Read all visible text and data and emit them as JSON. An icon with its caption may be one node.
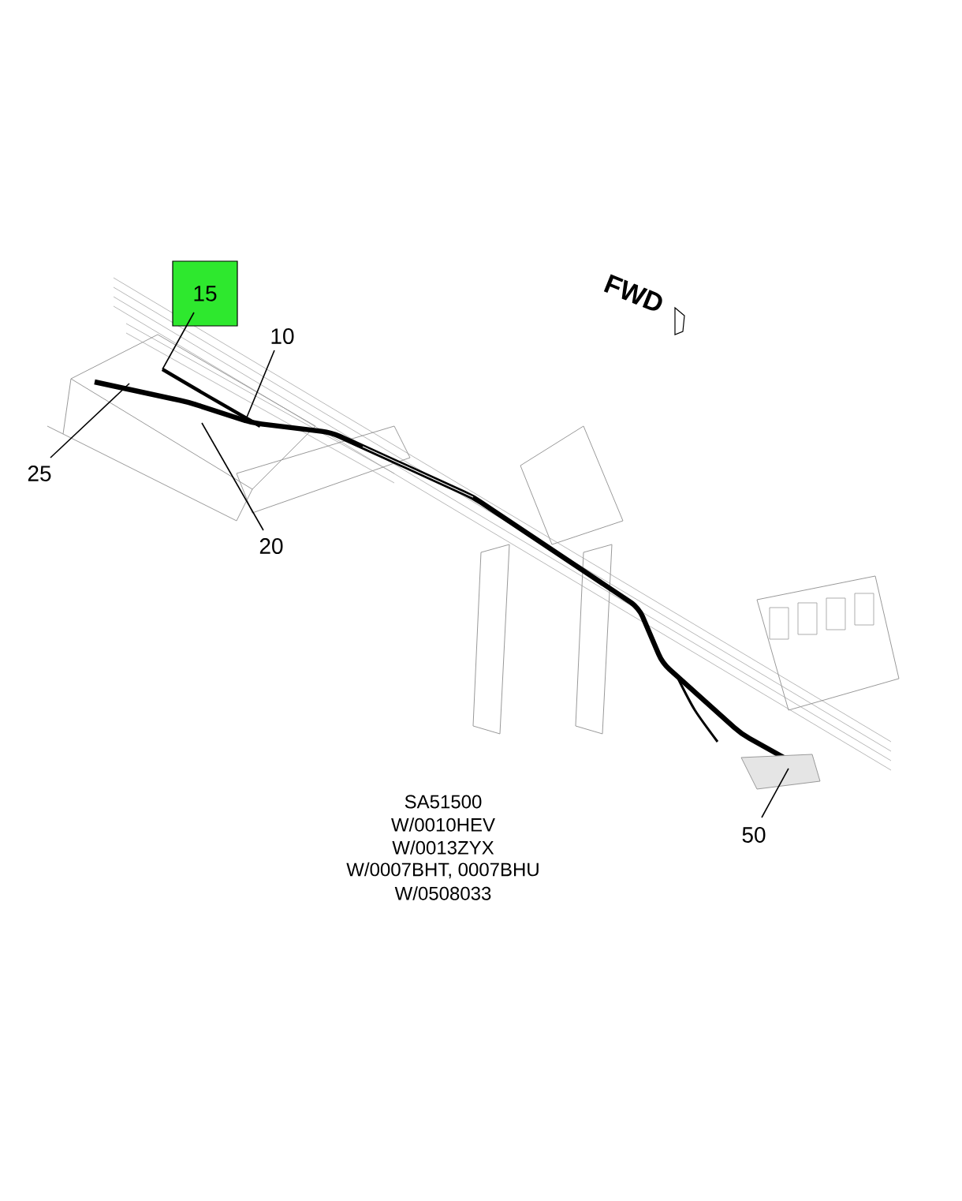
{
  "diagram": {
    "nodes": [
      {
        "text": [
          "15"
        ]
      },
      {
        "text": [
          "10"
        ]
      },
      {
        "text": [
          "25"
        ]
      },
      {
        "text": [
          "20"
        ]
      },
      {
        "text": [
          "50"
        ]
      }
    ],
    "edges": [
      {
        "from": 0,
        "to": null,
        "arrow": "none"
      },
      {
        "from": 1,
        "to": null,
        "arrow": "none"
      },
      {
        "from": 2,
        "to": null,
        "arrow": "none"
      },
      {
        "from": 3,
        "to": null,
        "arrow": "none"
      },
      {
        "from": 4,
        "to": null,
        "arrow": "none"
      }
    ],
    "labels": [
      "FWD",
      "SA51500",
      "W/0010HEV",
      "W/0013ZYX",
      "W/0007BHT, 0007BHU",
      "W/0508033"
    ]
  }
}
